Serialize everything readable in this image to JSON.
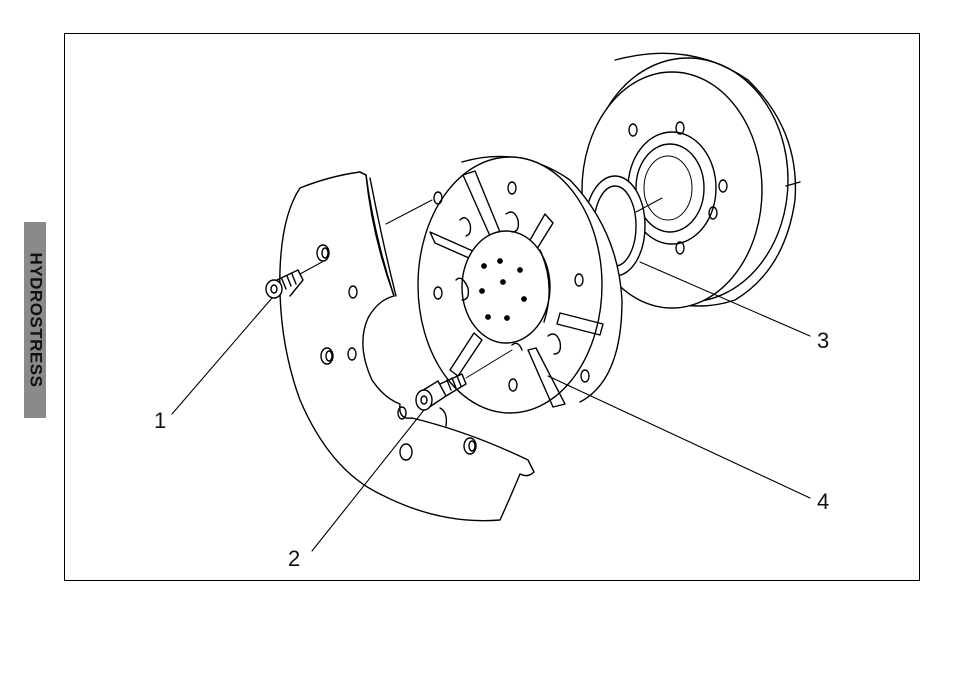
{
  "brand": {
    "side_label": "HYDROSTRESS"
  },
  "diagram": {
    "callouts": [
      {
        "label": "1"
      },
      {
        "label": "2"
      },
      {
        "label": "3"
      },
      {
        "label": "4"
      }
    ]
  }
}
